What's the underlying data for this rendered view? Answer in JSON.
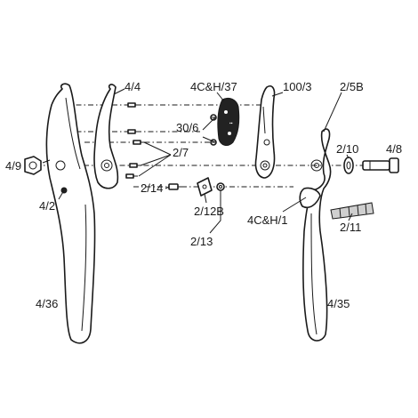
{
  "labels": {
    "l4_4": "4/4",
    "l4c_h_37": "4C&H/37",
    "l100_3": "100/3",
    "l2_5b": "2/5B",
    "l30_6": "30/6",
    "l2_7": "2/7",
    "l4_9": "4/9",
    "l2_10": "2/10",
    "l4_8": "4/8",
    "l4_2": "4/2",
    "l2_14": "2/14",
    "l2_12b": "2/12B",
    "l4c_h_1": "4C&H/1",
    "l2_11": "2/11",
    "l2_13": "2/13",
    "l4_36": "4/36",
    "l4_35": "4/35"
  },
  "colors": {
    "line": "#1a1a1a",
    "background": "#ffffff",
    "dark_part": "#222222"
  }
}
